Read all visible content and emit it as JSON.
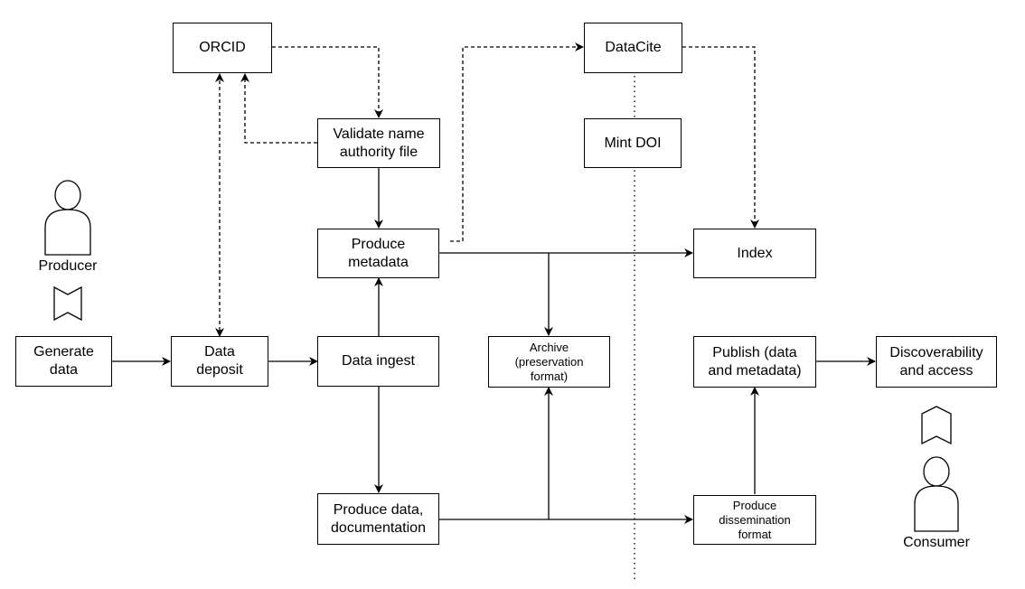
{
  "nodes": {
    "orcid": "ORCID",
    "validate": "Validate name\nauthority file",
    "produce_metadata": "Produce\nmetadata",
    "generate_data": "Generate\ndata",
    "data_deposit": "Data\ndeposit",
    "data_ingest": "Data ingest",
    "produce_data_doc": "Produce data,\ndocumentation",
    "datacite": "DataCite",
    "mint_doi": "Mint DOI",
    "archive": "Archive\n(preservation\nformat)",
    "index": "Index",
    "publish": "Publish (data\nand metadata)",
    "discoverability": "Discoverability\nand access",
    "produce_dissemination": "Produce\ndissemination\nformat"
  },
  "actors": {
    "producer": "Producer",
    "consumer": "Consumer"
  }
}
